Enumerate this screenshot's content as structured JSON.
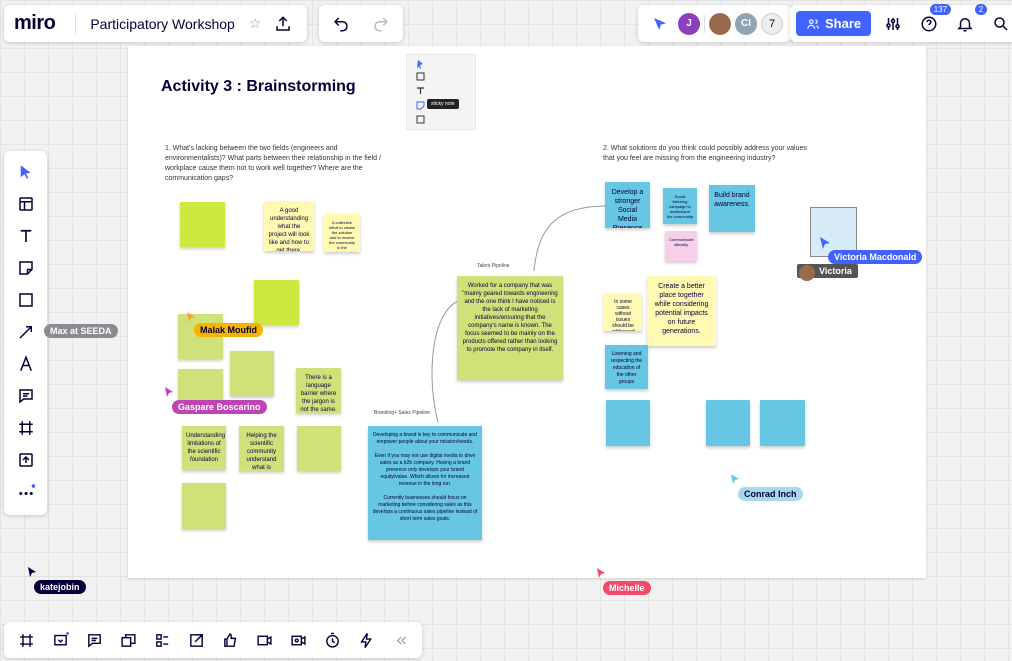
{
  "app": {
    "logo": "miro",
    "board_title": "Participatory Workshop"
  },
  "top_right": {
    "avatar_initial": "J",
    "avatar_ci": "CI",
    "collaborator_count": "7",
    "share_label": "Share",
    "help_badge": "137",
    "notif_badge": "2"
  },
  "frame": {
    "title": "Activity 3 : Brainstorming",
    "question1": "1. What's lacking between the two fields (engineers and environmentalists)? What parts between their relationship in the field / workplace cause them not to work well together? Where are the communication gaps?",
    "question2": "2. What solutions do you think could possibly address your values that you feel are missing from the engineering industry?",
    "mini_toolbar_tooltip": "sticky note",
    "labels": {
      "talent": "Talent Pipeline",
      "branding": "Branding+ Sales Pipeline"
    }
  },
  "stickies": {
    "good_understanding": "A good understanding what the project will look like and how to get there.",
    "pale_yellow_small": "A collective effort to create the solution and to involve the community in the environmental development",
    "language_barrier": "There is a language barrier where the jargon is not the same.",
    "understanding_limitations": "Understanding limitations of the scientific foundation",
    "helping_community": "Helping the scientific community understand what is prioritize. It is actually possible to build that",
    "big_talent": "Worked for a company that was \"mainly geared towards engineering and the one think I have noticed is the lack of marketing initiatives/ensuring that the company's name is known. The focus seemed to be mainly on the products offered rather than looking to promote the company in itself.",
    "branding": "Developing a brand is key to communicate and empower people about your mission/needs.\n\nEven if you may not use digital media to drive sales as a b2b company. Having a brand presence only develops your brand equity/value. Which allows for increased revenue in the long run.\n\nCurrently businesses should focus on marketing before considering sales as this develops a continuous sales pipeline instead of short term sales goals.",
    "social_media": "Develop a stronger Social Media Presence",
    "brand_awareness": "Build brand awareness.",
    "better_place": "Create a better place together while considering potential impacts on future generations.",
    "listening": "Listening and respecting the education of the other groups",
    "blue_small_1": "Social listening campaign to understand the community",
    "pink_small": "Communicate officially",
    "yellow_small_right": "In some cases without issues should be addressed"
  },
  "cursors": {
    "max": "Max at SEEDA",
    "malak": "Malak Moufid",
    "gaspare": "Gaspare Boscarino",
    "victoria_m": "Victoria Macdonald",
    "victoria": "Victoria",
    "conrad": "Conrad Inch",
    "kate": "katejobin",
    "michelle": "Michelle"
  },
  "colors": {
    "accent": "#4262ff",
    "sticky_green": "#d0e17a",
    "sticky_blue": "#67c6e3",
    "sticky_yellow": "#fff9b1"
  }
}
